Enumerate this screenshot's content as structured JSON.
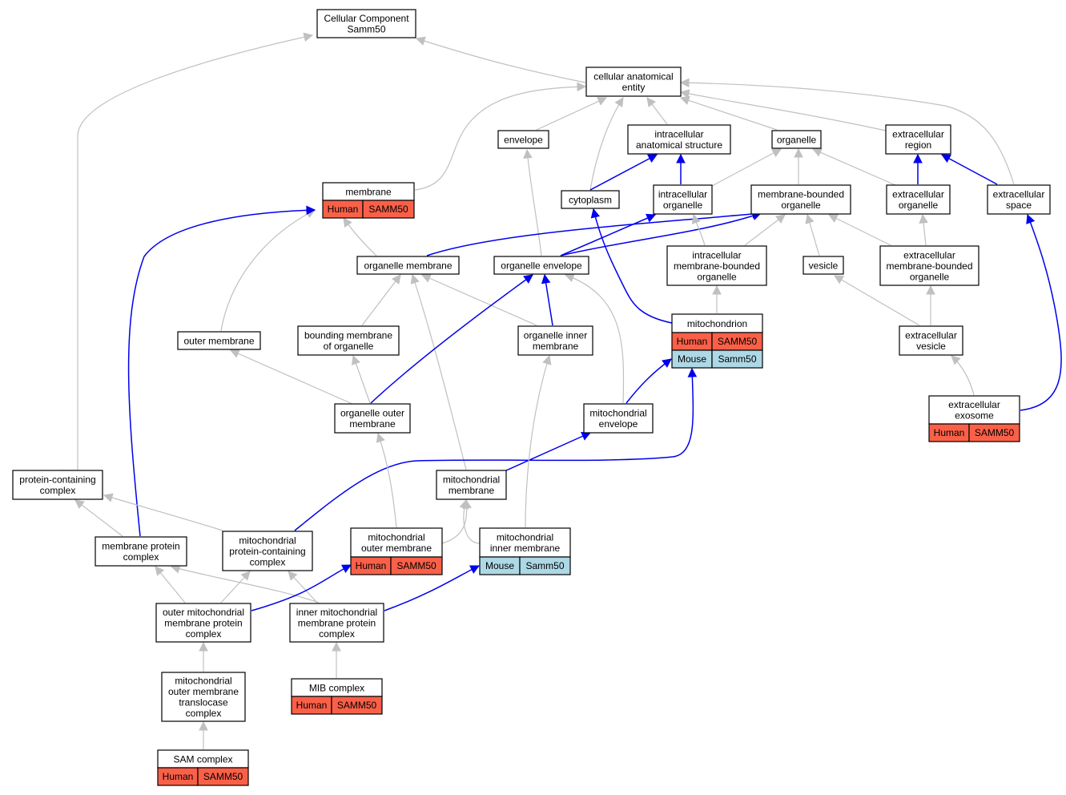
{
  "colors": {
    "background": "#ffffff",
    "node_fill": "#ffffff",
    "node_border": "#000000",
    "edge_gray": "#c0c0c0",
    "edge_blue": "#0000ee",
    "human_fill": "#fa6048",
    "mouse_fill": "#add8e6"
  },
  "nodes": [
    {
      "id": "cc",
      "lines": [
        "Cellular Component",
        "Samm50"
      ],
      "tags": []
    },
    {
      "id": "cae",
      "lines": [
        "cellular anatomical",
        "entity"
      ],
      "tags": []
    },
    {
      "id": "envelope",
      "lines": [
        "envelope"
      ],
      "tags": []
    },
    {
      "id": "ias",
      "lines": [
        "intracellular",
        "anatomical structure"
      ],
      "tags": []
    },
    {
      "id": "organelle",
      "lines": [
        "organelle"
      ],
      "tags": []
    },
    {
      "id": "extreg",
      "lines": [
        "extracellular",
        "region"
      ],
      "tags": []
    },
    {
      "id": "membrane",
      "lines": [
        "membrane"
      ],
      "tags": [
        {
          "species": "Human",
          "gene": "SAMM50"
        }
      ]
    },
    {
      "id": "cytoplasm",
      "lines": [
        "cytoplasm"
      ],
      "tags": []
    },
    {
      "id": "intorg",
      "lines": [
        "intracellular",
        "organelle"
      ],
      "tags": []
    },
    {
      "id": "mbo",
      "lines": [
        "membrane-bounded",
        "organelle"
      ],
      "tags": []
    },
    {
      "id": "extorg",
      "lines": [
        "extracellular",
        "organelle"
      ],
      "tags": []
    },
    {
      "id": "extspace",
      "lines": [
        "extracellular",
        "space"
      ],
      "tags": []
    },
    {
      "id": "orgmem",
      "lines": [
        "organelle membrane"
      ],
      "tags": []
    },
    {
      "id": "orgenv",
      "lines": [
        "organelle envelope"
      ],
      "tags": []
    },
    {
      "id": "imbo",
      "lines": [
        "intracellular",
        "membrane-bounded",
        "organelle"
      ],
      "tags": []
    },
    {
      "id": "vesicle",
      "lines": [
        "vesicle"
      ],
      "tags": []
    },
    {
      "id": "embo",
      "lines": [
        "extracellular",
        "membrane-bounded",
        "organelle"
      ],
      "tags": []
    },
    {
      "id": "outermem",
      "lines": [
        "outer membrane"
      ],
      "tags": []
    },
    {
      "id": "bmo",
      "lines": [
        "bounding membrane",
        "of organelle"
      ],
      "tags": []
    },
    {
      "id": "oim",
      "lines": [
        "organelle inner",
        "membrane"
      ],
      "tags": []
    },
    {
      "id": "mito",
      "lines": [
        "mitochondrion"
      ],
      "tags": [
        {
          "species": "Human",
          "gene": "SAMM50"
        },
        {
          "species": "Mouse",
          "gene": "Samm50"
        }
      ]
    },
    {
      "id": "extves",
      "lines": [
        "extracellular",
        "vesicle"
      ],
      "tags": []
    },
    {
      "id": "exosome",
      "lines": [
        "extracellular",
        "exosome"
      ],
      "tags": [
        {
          "species": "Human",
          "gene": "SAMM50"
        }
      ]
    },
    {
      "id": "oom",
      "lines": [
        "organelle outer",
        "membrane"
      ],
      "tags": []
    },
    {
      "id": "mitoenv",
      "lines": [
        "mitochondrial",
        "envelope"
      ],
      "tags": []
    },
    {
      "id": "pcc",
      "lines": [
        "protein-containing",
        "complex"
      ],
      "tags": []
    },
    {
      "id": "mitomem",
      "lines": [
        "mitochondrial",
        "membrane"
      ],
      "tags": []
    },
    {
      "id": "mpc",
      "lines": [
        "membrane protein",
        "complex"
      ],
      "tags": []
    },
    {
      "id": "mpcc",
      "lines": [
        "mitochondrial",
        "protein-containing",
        "complex"
      ],
      "tags": []
    },
    {
      "id": "mom",
      "lines": [
        "mitochondrial",
        "outer membrane"
      ],
      "tags": [
        {
          "species": "Human",
          "gene": "SAMM50"
        }
      ]
    },
    {
      "id": "mim",
      "lines": [
        "mitochondrial",
        "inner membrane"
      ],
      "tags": [
        {
          "species": "Mouse",
          "gene": "Samm50"
        }
      ]
    },
    {
      "id": "omm_pc",
      "lines": [
        "outer mitochondrial",
        "membrane protein",
        "complex"
      ],
      "tags": []
    },
    {
      "id": "imm_pc",
      "lines": [
        "inner mitochondrial",
        "membrane protein",
        "complex"
      ],
      "tags": []
    },
    {
      "id": "tom",
      "lines": [
        "mitochondrial",
        "outer membrane",
        "translocase",
        "complex"
      ],
      "tags": []
    },
    {
      "id": "mib",
      "lines": [
        "MIB complex"
      ],
      "tags": [
        {
          "species": "Human",
          "gene": "SAMM50"
        }
      ]
    },
    {
      "id": "sam",
      "lines": [
        "SAM complex"
      ],
      "tags": [
        {
          "species": "Human",
          "gene": "SAMM50"
        }
      ]
    }
  ]
}
